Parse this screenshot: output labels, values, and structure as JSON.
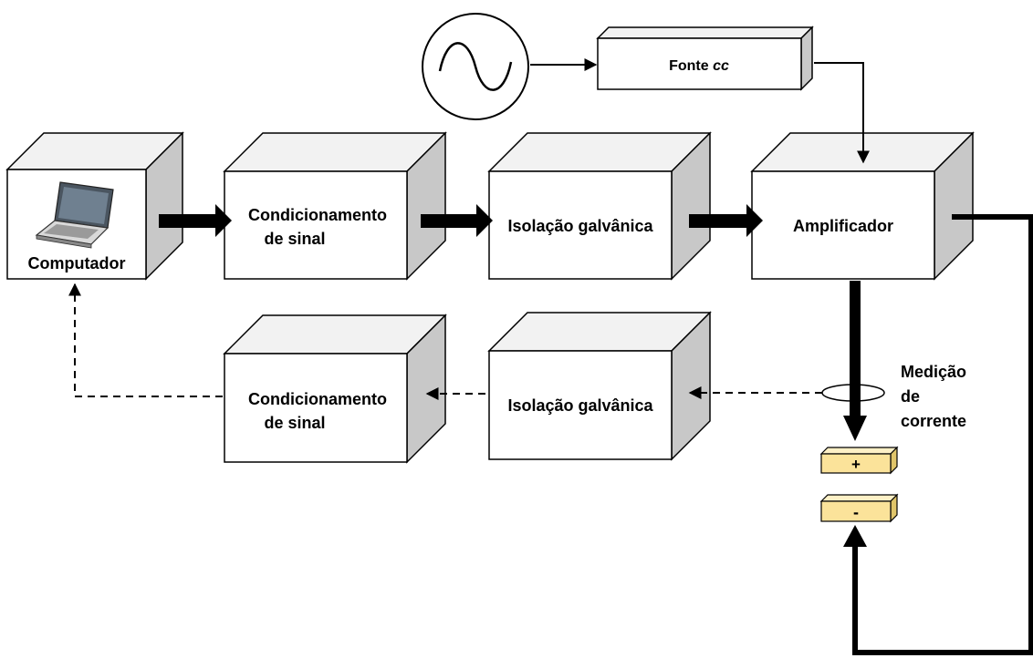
{
  "blocks": {
    "fonte": {
      "text": "Fonte ",
      "italic": "cc"
    },
    "computador": {
      "label": "Computador"
    },
    "cond_top": {
      "line1": "Condicionamento",
      "line2": "de sinal"
    },
    "iso_top": {
      "label": "Isolação galvânica"
    },
    "amplificador": {
      "label": "Amplificador"
    },
    "cond_bottom": {
      "line1": "Condicionamento",
      "line2": "de sinal"
    },
    "iso_bottom": {
      "label": "Isolação galvânica"
    }
  },
  "measurement": {
    "line1": "Medição",
    "line2": "de",
    "line3": "corrente"
  },
  "electrodes": {
    "positive": "+",
    "negative": "-"
  },
  "colors": {
    "box_front": "#ffffff",
    "box_top": "#f2f2f2",
    "box_side": "#c8c8c8",
    "electrode_fill": "#fbe39a",
    "stroke": "#000000"
  },
  "icons": {
    "source": "ac-sine-source-icon",
    "computer": "laptop-icon"
  }
}
